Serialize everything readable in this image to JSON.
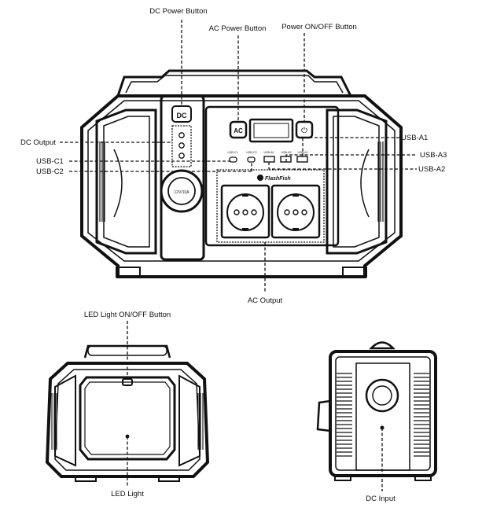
{
  "labels": {
    "dc_power_button": "DC Power Button",
    "ac_power_button": "AC Power Button",
    "power_button": "Power ON/OFF Button",
    "dc_output": "DC Output",
    "usb_c1": "USB-C1",
    "usb_c2": "USB-C2",
    "usb_a1": "USB-A1",
    "usb_a3": "USB-A3",
    "usb_a2": "USB-A2",
    "ac_output": "AC Output",
    "led_button": "LED Light ON/OFF Button",
    "led_light": "LED Light",
    "dc_input": "DC Input"
  },
  "panel": {
    "dc_button_text": "DC",
    "ac_button_text": "AC",
    "power_glyph": "⏻",
    "cig_socket_text": "12V/10A",
    "brand": "FlashFish",
    "port_labels": [
      "USB-C1",
      "USB-C2",
      "USB-A2",
      "USB-A3",
      "USB-A1"
    ]
  },
  "icons": {
    "power": "power-icon",
    "brand_logo": "flashfish-logo-icon"
  }
}
